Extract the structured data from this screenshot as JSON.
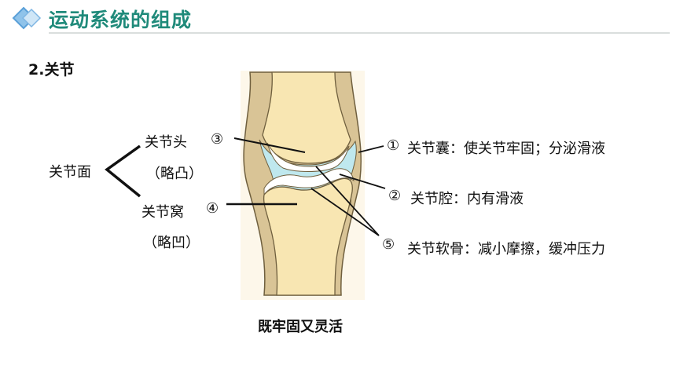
{
  "header": {
    "title": "运动系统的组成"
  },
  "section_title": "2.关节",
  "labels": {
    "joint_surface": "关节面",
    "joint_head": "关节头",
    "joint_head_note": "（略凸）",
    "joint_socket": "关节窝",
    "joint_socket_note": "（略凹）",
    "num1": "①",
    "num2": "②",
    "num3": "③",
    "num4": "④",
    "num5": "⑤",
    "capsule": "关节囊：使关节牢固；分泌滑液",
    "cavity": "关节腔：内有滑液",
    "cartilage": "关节软骨：减小摩擦，缓冲压力"
  },
  "caption": "既牢固又灵活",
  "colors": {
    "title": "#1f8a7a",
    "bone": "#f8e6b2",
    "capsule": "#cfb98a",
    "cartilage": "#ffffff",
    "cavity": "#bfe8ee"
  }
}
